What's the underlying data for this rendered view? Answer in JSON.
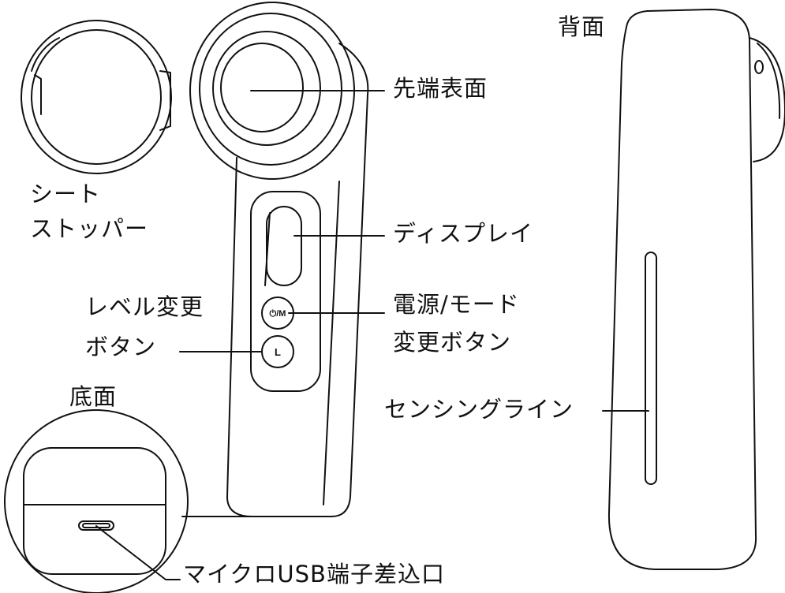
{
  "labels": {
    "back": "背面",
    "tip_surface": "先端表面",
    "sheet_stopper_line1": "シート",
    "sheet_stopper_line2": "ストッパー",
    "display": "ディスプレイ",
    "level_button_line1": "レベル変更",
    "level_button_line2": "ボタン",
    "power_button_line1": "電源/モード",
    "power_button_line2": "変更ボタン",
    "bottom": "底面",
    "sensing_line": "センシングライン",
    "usb_port": "マイクロUSB端子差込口"
  },
  "buttons": {
    "power_glyph": "⏻/M",
    "level_glyph": "L"
  },
  "colors": {
    "stroke": "#111111",
    "background": "#ffffff"
  }
}
